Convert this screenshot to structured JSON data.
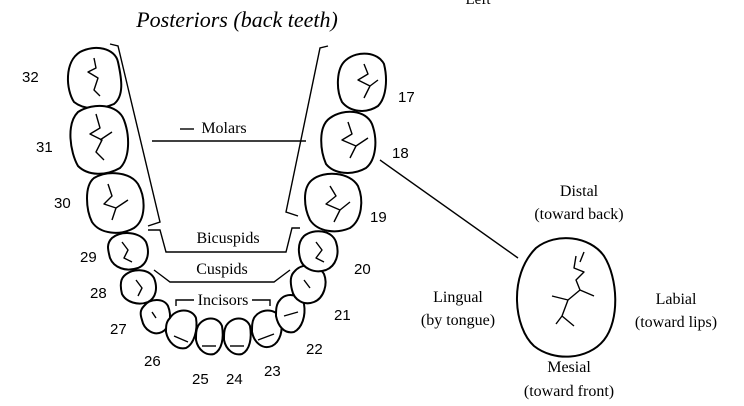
{
  "title": "Posteriors (back teeth)",
  "title_fragment": "Left",
  "groups": {
    "molars": "Molars",
    "bicuspids": "Bicuspids",
    "cuspids": "Cuspids",
    "incisors": "Incisors"
  },
  "tooth_numbers": {
    "t17": "17",
    "t18": "18",
    "t19": "19",
    "t20": "20",
    "t21": "21",
    "t22": "22",
    "t23": "23",
    "t24": "24",
    "t25": "25",
    "t26": "26",
    "t27": "27",
    "t28": "28",
    "t29": "29",
    "t30": "30",
    "t31": "31",
    "t32": "32"
  },
  "directions": {
    "distal": "Distal",
    "distal_sub": "(toward back)",
    "mesial": "Mesial",
    "mesial_sub": "(toward front)",
    "lingual": "Lingual",
    "lingual_sub": "(by tongue)",
    "labial": "Labial",
    "labial_sub": "(toward lips)"
  }
}
